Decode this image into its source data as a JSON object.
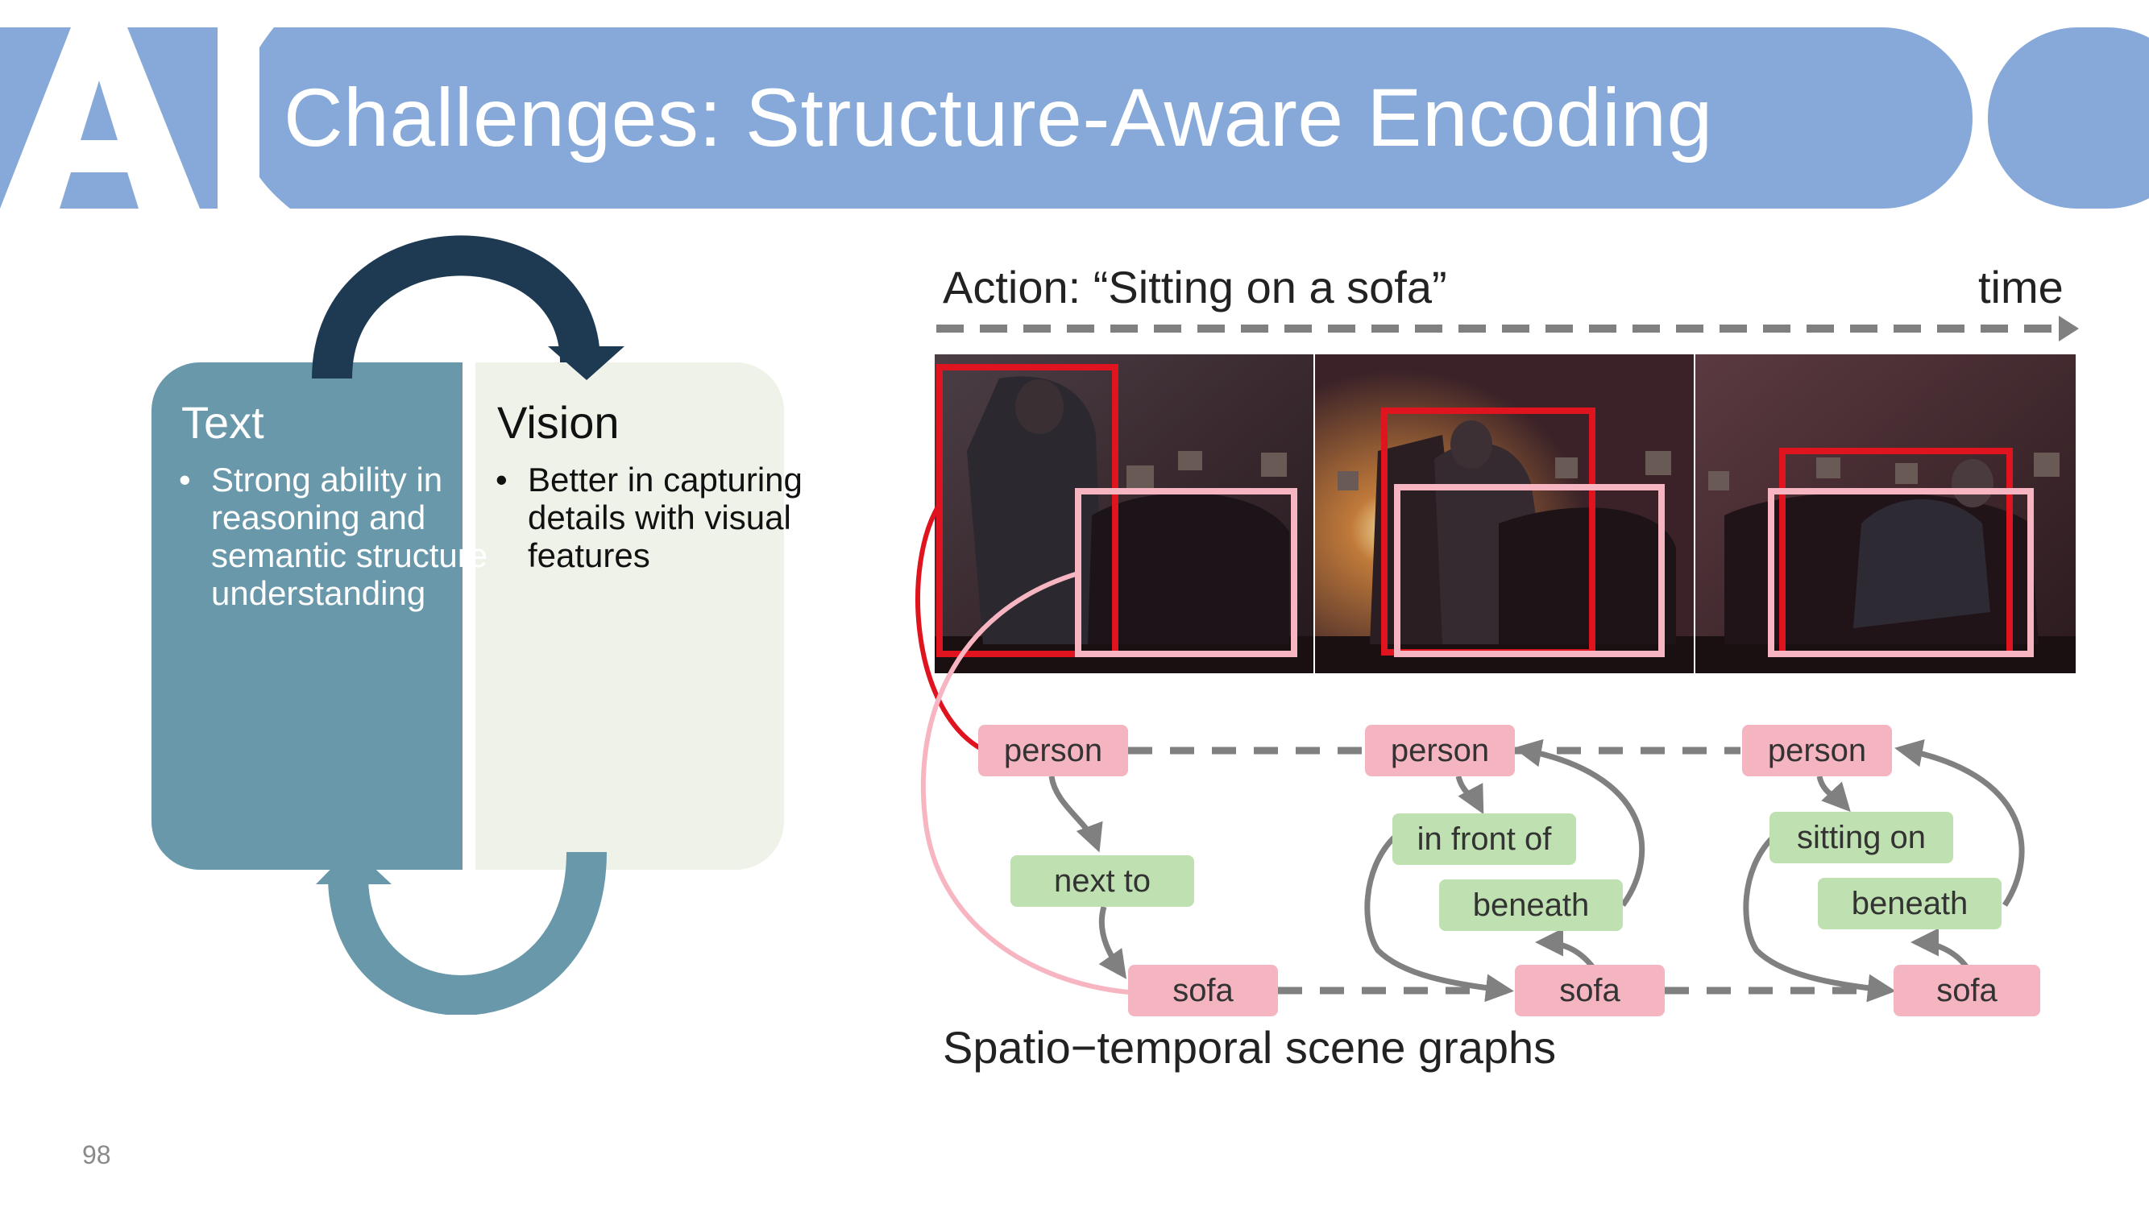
{
  "header": {
    "title": "Challenges: Structure-Aware Encoding",
    "logo_text": "AI"
  },
  "left_panel": {
    "text_heading": "Text",
    "text_bullets": [
      "Strong ability in reasoning and semantic structure understanding"
    ],
    "vision_heading": "Vision",
    "vision_bullets": [
      "Better in capturing details with visual features"
    ],
    "bullet_glyph": "•"
  },
  "figure": {
    "action_label": "Action:  “Sitting on a sofa”",
    "time_label": "time",
    "caption": "Spatio−temporal scene graphs",
    "frames": [
      {
        "person_node": "person",
        "relation_nodes": [
          "next to"
        ],
        "object_node": "sofa"
      },
      {
        "person_node": "person",
        "relation_nodes": [
          "in front of",
          "beneath"
        ],
        "object_node": "sofa"
      },
      {
        "person_node": "person",
        "relation_nodes": [
          "sitting on",
          "beneath"
        ],
        "object_node": "sofa"
      }
    ]
  },
  "footer": {
    "page_number": "98"
  },
  "colors": {
    "header_blue": "#87a9d9",
    "text_panel": "#6898aa",
    "vision_panel": "#eff2e8",
    "top_arrow": "#1d3a52",
    "bottom_arrow": "#6898aa",
    "person_box": "#e0141e",
    "object_box": "#f7b5c2",
    "object_node": "#f4b4c0",
    "relation_node": "#bfe0b0",
    "graph_edge": "#808080"
  }
}
